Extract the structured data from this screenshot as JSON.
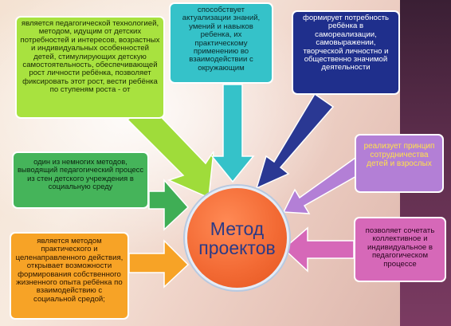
{
  "center": {
    "title": "Метод\nпроектов"
  },
  "boxes": {
    "green": "является педагогической технологией, методом, идущим от детских потребностей и интересов, возрастных и индивидуальных особенностей детей, стимулирующих детскую самостоятельность, обеспечивающей рост личности ребёнка, позволяет фиксировать этот рост, вести ребёнка по ступеням роста - от",
    "teal": "способствует актуализации знаний, умений и навыков ребенка, их практическому применению во взаимодействии с окружающим",
    "blue": "формирует потребность ребёнка в самореализации, самовыражении, творческой личностно и общественно значимой деятельности",
    "green2": "один из немногих методов, выводящий педагогический процесс из стен детского учреждения в социальную среду",
    "purple": "реализует принцип сотрудничества детей и взрослых",
    "orange": "является методом практического и целенаправленного действия, открывает возможности формирования собственного жизненного опыта ребёнка по взаимодействию с социальной средой;",
    "pink": "позволяет сочетать коллективное и индивидуальное в педагогическом процессе"
  },
  "colors": {
    "green": "#a8e23f",
    "teal": "#35c2c9",
    "blue": "#1f2f8c",
    "green2": "#45b45a",
    "purple": "#b37fd6",
    "orange": "#f7a326",
    "pink": "#d668b8",
    "center": "#f36b35"
  }
}
